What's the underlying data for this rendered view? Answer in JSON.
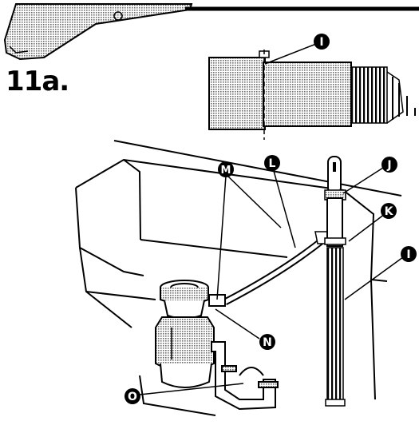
{
  "step": {
    "label": "11a."
  },
  "callouts": {
    "I_top": "I",
    "J": "J",
    "K": "K",
    "I_right": "I",
    "L": "L",
    "M": "M",
    "N": "N",
    "O": "O"
  },
  "colors": {
    "ink": "#000000",
    "paper": "#ffffff",
    "hatch": "#6e6e6e"
  }
}
